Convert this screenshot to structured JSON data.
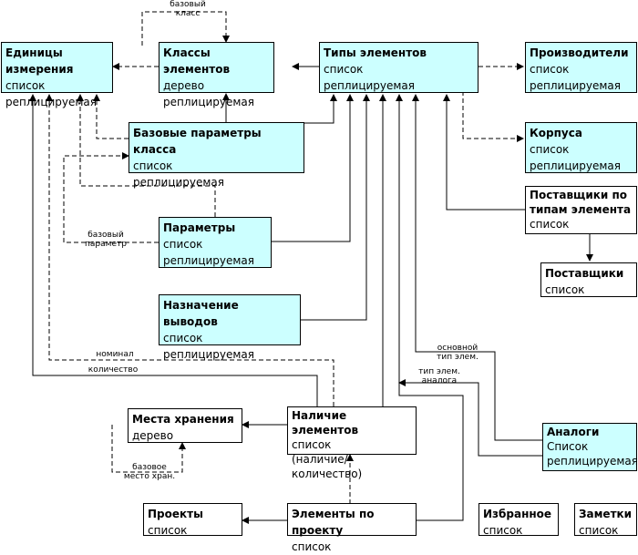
{
  "nodes": {
    "units": {
      "title": "Единицы измерения",
      "line1": "список",
      "line2": "реплицируемая",
      "color": "#ccffff"
    },
    "classes": {
      "title": "Классы элементов",
      "line1": "дерево",
      "line2": "реплицируемая",
      "color": "#ccffff"
    },
    "types": {
      "title": "Типы элементов",
      "line1": "список",
      "line2": "реплицируемая",
      "color": "#ccffff"
    },
    "producers": {
      "title": "Производители",
      "line1": "список",
      "line2": "реплицируемая",
      "color": "#ccffff"
    },
    "base_params": {
      "title": "Базовые параметры класса",
      "line1": "список",
      "line2": "реплицируемая",
      "color": "#ccffff"
    },
    "cases": {
      "title": "Корпуса",
      "line1": "список",
      "line2": "реплицируемая",
      "color": "#ccffff"
    },
    "suppliers_by_type": {
      "title1": "Поставщики по",
      "title2": "типам элемента",
      "line1": "список",
      "color": "#ffffff"
    },
    "params": {
      "title": "Параметры",
      "line1": "список",
      "line2": "реплицируемая",
      "color": "#ccffff"
    },
    "suppliers": {
      "title": "Поставщики",
      "line1": "список",
      "color": "#ffffff"
    },
    "pin_purpose": {
      "title": "Назначение выводов",
      "line1": "список",
      "line2": "реплицируемая",
      "color": "#ccffff"
    },
    "storage": {
      "title": "Места хранения",
      "line1": "дерево",
      "color": "#ffffff"
    },
    "availability": {
      "title": "Наличие элементов",
      "line1": "список",
      "line2": "(наличие/количество)",
      "color": "#ffffff"
    },
    "analogs": {
      "title": "Аналоги",
      "line1": "Список",
      "line2": "реплицируемая",
      "color": "#ccffff"
    },
    "projects": {
      "title": "Проекты",
      "line1": "список",
      "color": "#ffffff"
    },
    "proj_elements": {
      "title": "Элементы по проекту",
      "line1": "список",
      "color": "#ffffff"
    },
    "favorites": {
      "title": "Избранное",
      "line1": "список",
      "color": "#ffffff"
    },
    "notes": {
      "title": "Заметки",
      "line1": "список",
      "color": "#ffffff"
    }
  },
  "edge_labels": {
    "base_class_1": "базовый",
    "base_class_2": "класс",
    "base_param_1": "базовый",
    "base_param_2": "параметр",
    "nominal": "номинал",
    "quantity": "количество",
    "main_type_1": "основной",
    "main_type_2": "тип элем.",
    "analog_type_1": "тип элем.",
    "analog_type_2": "аналога",
    "base_storage_1": "базовое",
    "base_storage_2": "место хран."
  }
}
